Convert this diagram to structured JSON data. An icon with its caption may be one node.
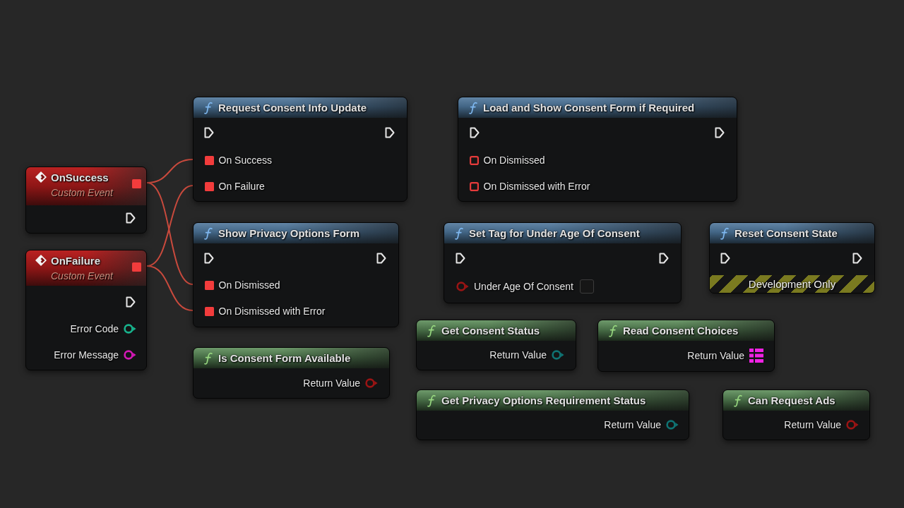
{
  "diagram": {
    "nodes": [
      {
        "text": [
          "OnSuccess",
          "Custom Event"
        ]
      },
      {
        "text": [
          "OnFailure",
          "Custom Event",
          "Error Code",
          "Error Message"
        ]
      },
      {
        "text": [
          "Request Consent Info Update",
          "On Success",
          "On Failure"
        ]
      },
      {
        "text": [
          "Show Privacy Options Form",
          "On Dismissed",
          "On Dismissed with Error"
        ]
      },
      {
        "text": [
          "Is Consent Form Available",
          "Return Value"
        ]
      },
      {
        "text": [
          "Load and Show Consent Form if Required",
          "On Dismissed",
          "On Dismissed with Error"
        ]
      },
      {
        "text": [
          "Set Tag for Under Age Of Consent",
          "Under Age Of Consent"
        ]
      },
      {
        "text": [
          "Get Consent Status",
          "Return Value"
        ]
      },
      {
        "text": [
          "Get Privacy Options Requirement Status",
          "Return Value"
        ]
      },
      {
        "text": [
          "Reset Consent State",
          "Development Only"
        ]
      },
      {
        "text": [
          "Read Consent Choices",
          "Return Value"
        ]
      },
      {
        "text": [
          "Can Request Ads",
          "Return Value"
        ]
      }
    ],
    "edges": [
      {
        "from": 0,
        "to": 2,
        "arrow": "none"
      },
      {
        "from": 0,
        "to": 3,
        "arrow": "none"
      },
      {
        "from": 1,
        "to": 2,
        "arrow": "none"
      },
      {
        "from": 1,
        "to": 3,
        "arrow": "none"
      }
    ]
  }
}
